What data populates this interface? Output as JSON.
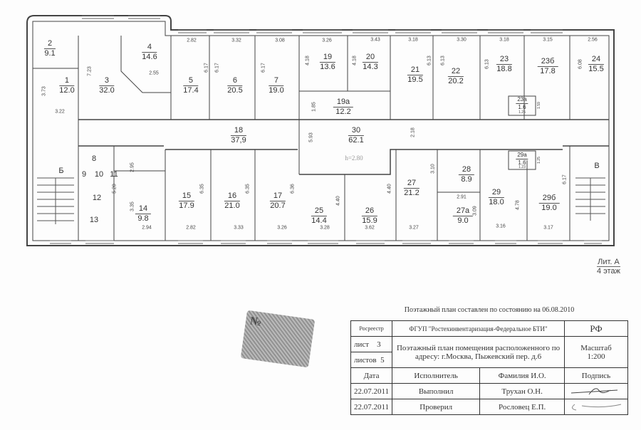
{
  "plan": {
    "rooms": [
      {
        "num": "2",
        "area": "9.1"
      },
      {
        "num": "1",
        "area": "12.0"
      },
      {
        "num": "3",
        "area": "32.0"
      },
      {
        "num": "4",
        "area": "14.6"
      },
      {
        "num": "5",
        "area": "17.4"
      },
      {
        "num": "6",
        "area": "20.5"
      },
      {
        "num": "7",
        "area": "19.0"
      },
      {
        "num": "19",
        "area": "13.6"
      },
      {
        "num": "20",
        "area": "14.3"
      },
      {
        "num": "21",
        "area": "19.5"
      },
      {
        "num": "22",
        "area": "20.2"
      },
      {
        "num": "23",
        "area": "18.8"
      },
      {
        "num": "23б",
        "area": "17.8"
      },
      {
        "num": "24",
        "area": "15.5"
      },
      {
        "num": "19а",
        "area": "12.2"
      },
      {
        "num": "23а",
        "area": "1.6"
      },
      {
        "num": "18",
        "area": "37,9"
      },
      {
        "num": "30",
        "area": "62.1"
      },
      {
        "num": "15",
        "area": "17.9"
      },
      {
        "num": "16",
        "area": "21.0"
      },
      {
        "num": "17",
        "area": "20.7"
      },
      {
        "num": "14",
        "area": "9.8"
      },
      {
        "num": "25",
        "area": "14.4"
      },
      {
        "num": "26",
        "area": "15.9"
      },
      {
        "num": "27",
        "area": "21.2"
      },
      {
        "num": "28",
        "area": "8.9"
      },
      {
        "num": "27а",
        "area": "9.0"
      },
      {
        "num": "29",
        "area": "18.0"
      },
      {
        "num": "29б",
        "area": "19.0"
      },
      {
        "num": "29а",
        "area": "1.6"
      }
    ],
    "small_rooms": [
      "8",
      "9",
      "10",
      "11",
      "12",
      "13"
    ],
    "stairs": [
      "Б",
      "В"
    ],
    "ceiling_height": "h=2.80",
    "dimensions": [
      "2.82",
      "3.32",
      "3.08",
      "3.26",
      "3.43",
      "3.18",
      "3.30",
      "3.18",
      "3.15",
      "2.56",
      "7.23",
      "2.55",
      "3.73",
      "3.22",
      "6.17",
      "6.17",
      "6.17",
      "4.18",
      "4.18",
      "6.13",
      "6.13",
      "6.13",
      "6.08",
      "1.85",
      "5.93",
      "2.18",
      "2.95",
      "5.20",
      "3.35",
      "6.35",
      "6.35",
      "6.36",
      "4.40",
      "4.40",
      "3.10",
      "2.91",
      "3.09",
      "4.78",
      "6.17",
      "2.94",
      "2.82",
      "3.33",
      "3.26",
      "3.28",
      "3.62",
      "3.27",
      "3.16",
      "3.17",
      "1.25",
      "1.59",
      "1.23",
      "1.25"
    ]
  },
  "lit": {
    "title": "Лит. А",
    "floor": "4 этаж"
  },
  "caption": "Поэтажный план составлен по состоянию на 06.08.2010",
  "titleblock": {
    "registry": "Росреестр",
    "org": "ФГУП \"Ростехинвентаризация-Федеральное БТИ\"",
    "country": "РФ",
    "sheet_label": "лист",
    "sheet": "3",
    "sheets_label": "листов",
    "sheets": "5",
    "description": "Поэтажный план помещения расположенного по адресу: г.Москва, Пыжевский пер. д.6",
    "scale_label": "Масштаб",
    "scale": "1:200",
    "headers": [
      "Дата",
      "Исполнитель",
      "Фамилия И.О.",
      "Подпись"
    ],
    "rows": [
      {
        "date": "22.07.2011",
        "role": "Выполнил",
        "name": "Трухан О.Н."
      },
      {
        "date": "22.07.2011",
        "role": "Проверил",
        "name": "Рословец Е.П."
      }
    ]
  }
}
